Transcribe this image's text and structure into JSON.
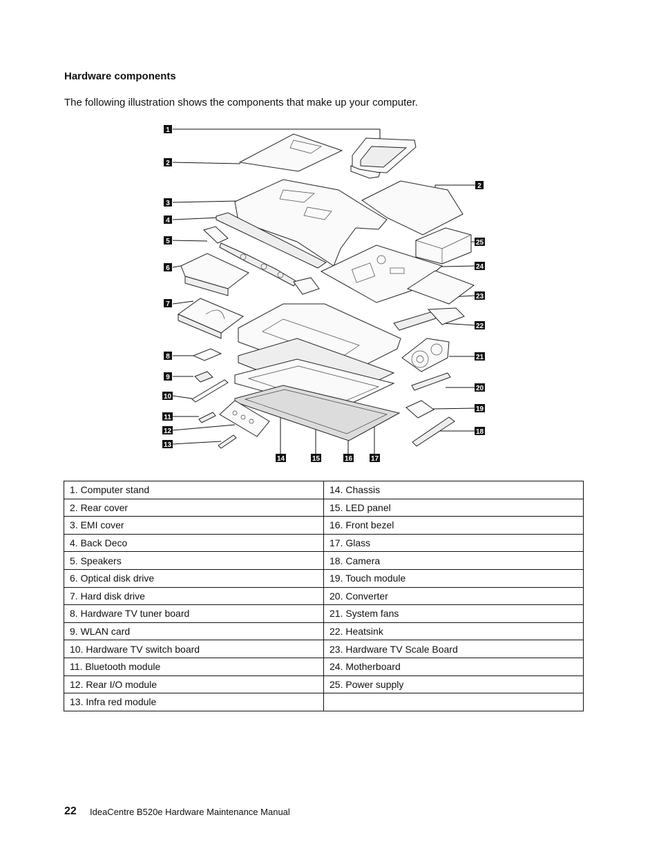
{
  "section": {
    "heading": "Hardware components",
    "intro": "The following illustration shows the components that make up your computer."
  },
  "diagram": {
    "callouts": [
      "1",
      "2",
      "2",
      "3",
      "4",
      "5",
      "6",
      "7",
      "8",
      "9",
      "10",
      "11",
      "12",
      "13",
      "14",
      "15",
      "16",
      "17",
      "18",
      "19",
      "20",
      "21",
      "22",
      "23",
      "24",
      "25"
    ]
  },
  "table": {
    "rows": [
      [
        "1.  Computer stand",
        "14.  Chassis"
      ],
      [
        "2.  Rear cover",
        "15.  LED panel"
      ],
      [
        "3.  EMI cover",
        "16.  Front bezel"
      ],
      [
        "4.  Back Deco",
        "17.  Glass"
      ],
      [
        "5.  Speakers",
        "18.  Camera"
      ],
      [
        "6.  Optical disk drive",
        "19.  Touch module"
      ],
      [
        "7.  Hard disk drive",
        "20.  Converter"
      ],
      [
        "8.  Hardware TV tuner board",
        "21.  System fans"
      ],
      [
        "9.  WLAN card",
        "22.  Heatsink"
      ],
      [
        "10.  Hardware TV switch board",
        "23.  Hardware TV Scale Board"
      ],
      [
        "11.  Bluetooth module",
        "24.  Motherboard"
      ],
      [
        "12.  Rear I/O module",
        "25.  Power supply"
      ],
      [
        "13.  Infra red module",
        ""
      ]
    ]
  },
  "footer": {
    "page_number": "22",
    "manual_title": "IdeaCentre B520e Hardware Maintenance Manual"
  }
}
